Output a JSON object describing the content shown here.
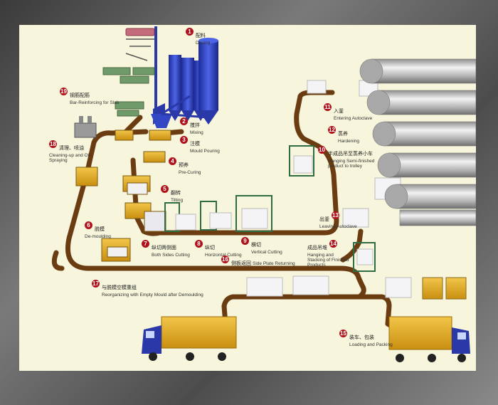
{
  "steps": [
    {
      "num": "1",
      "zh": "配料",
      "en": "Dosing"
    },
    {
      "num": "2",
      "zh": "搅拌",
      "en": "Mixing"
    },
    {
      "num": "3",
      "zh": "注模",
      "en": "Mould Pouring"
    },
    {
      "num": "4",
      "zh": "预养",
      "en": "Pre-Curing"
    },
    {
      "num": "5",
      "zh": "翻转",
      "en": "Tilting"
    },
    {
      "num": "6",
      "zh": "脱模",
      "en": "De-moulding"
    },
    {
      "num": "7",
      "zh": "纵切两侧面",
      "en": "Both Sides Cutting"
    },
    {
      "num": "8",
      "zh": "纵切",
      "en": "Horizontal Cutting"
    },
    {
      "num": "9",
      "zh": "横切",
      "en": "Vertical Cutting"
    },
    {
      "num": "10",
      "zh": "半成品吊至蒸养小车",
      "en": "Hanging Semi-finished product to trolley"
    },
    {
      "num": "11",
      "zh": "入釜",
      "en": "Entering Autoclave"
    },
    {
      "num": "12",
      "zh": "蒸养",
      "en": "Hardening"
    },
    {
      "num": "13",
      "zh": "出釜",
      "en": "Leaving Autoclave"
    },
    {
      "num": "14",
      "zh": "成品吊堆",
      "en": "Hanging and Stacking of Finished Products"
    },
    {
      "num": "15",
      "zh": "装车、包装",
      "en": "Loading and Packing"
    },
    {
      "num": "16",
      "zh": "侧板返回",
      "en": "Side Plate Returning"
    },
    {
      "num": "17",
      "zh": "与脱模空模重组",
      "en": "Reorganizing with Empty Mould after Demoulding"
    },
    {
      "num": "18",
      "zh": "清理、喷油",
      "en": "Cleaning-up and Oil-Spraying"
    },
    {
      "num": "19",
      "zh": "钢筋配筋",
      "en": "Bar-Reinforcing for Slab"
    }
  ],
  "colors": {
    "conveyor": "#6b3c12",
    "mould": "#d8b34a",
    "silo": "#3347c4",
    "badge": "#b0121b",
    "autoclave": "#c9c9c9",
    "truck_cab": "#2a38a8",
    "truck_box": "#e7b325"
  }
}
